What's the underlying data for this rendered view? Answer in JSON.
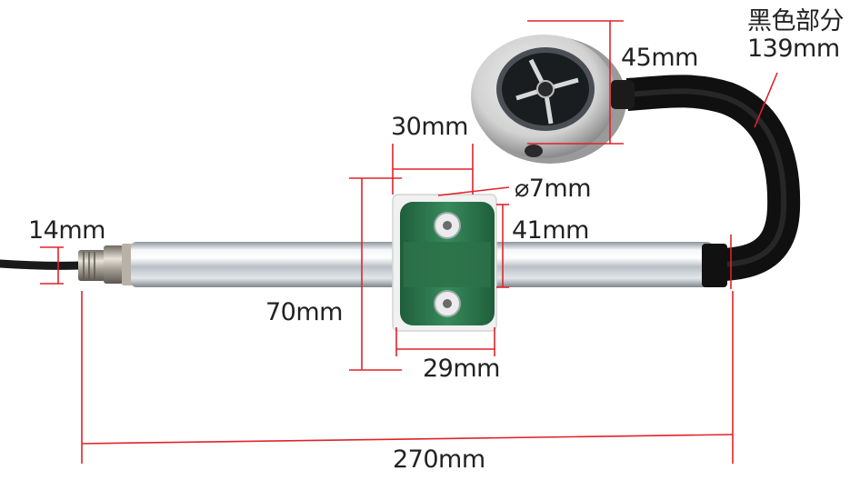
{
  "labels": {
    "black_part_title": "黑色部分",
    "black_part_length": "139mm",
    "head_diameter": "45mm",
    "clamp_top_width": "30mm",
    "hole_diameter": "⌀7mm",
    "clamp_height": "41mm",
    "connector_diameter": "14mm",
    "clamp_total_height": "70mm",
    "clamp_width": "29mm",
    "total_length": "270mm"
  },
  "colors": {
    "dimension_line": "#e0232a",
    "clamp_green": "#2f7a4f",
    "tube_steel": "#c9ced3",
    "cable_black": "#141414",
    "text": "#222222"
  }
}
